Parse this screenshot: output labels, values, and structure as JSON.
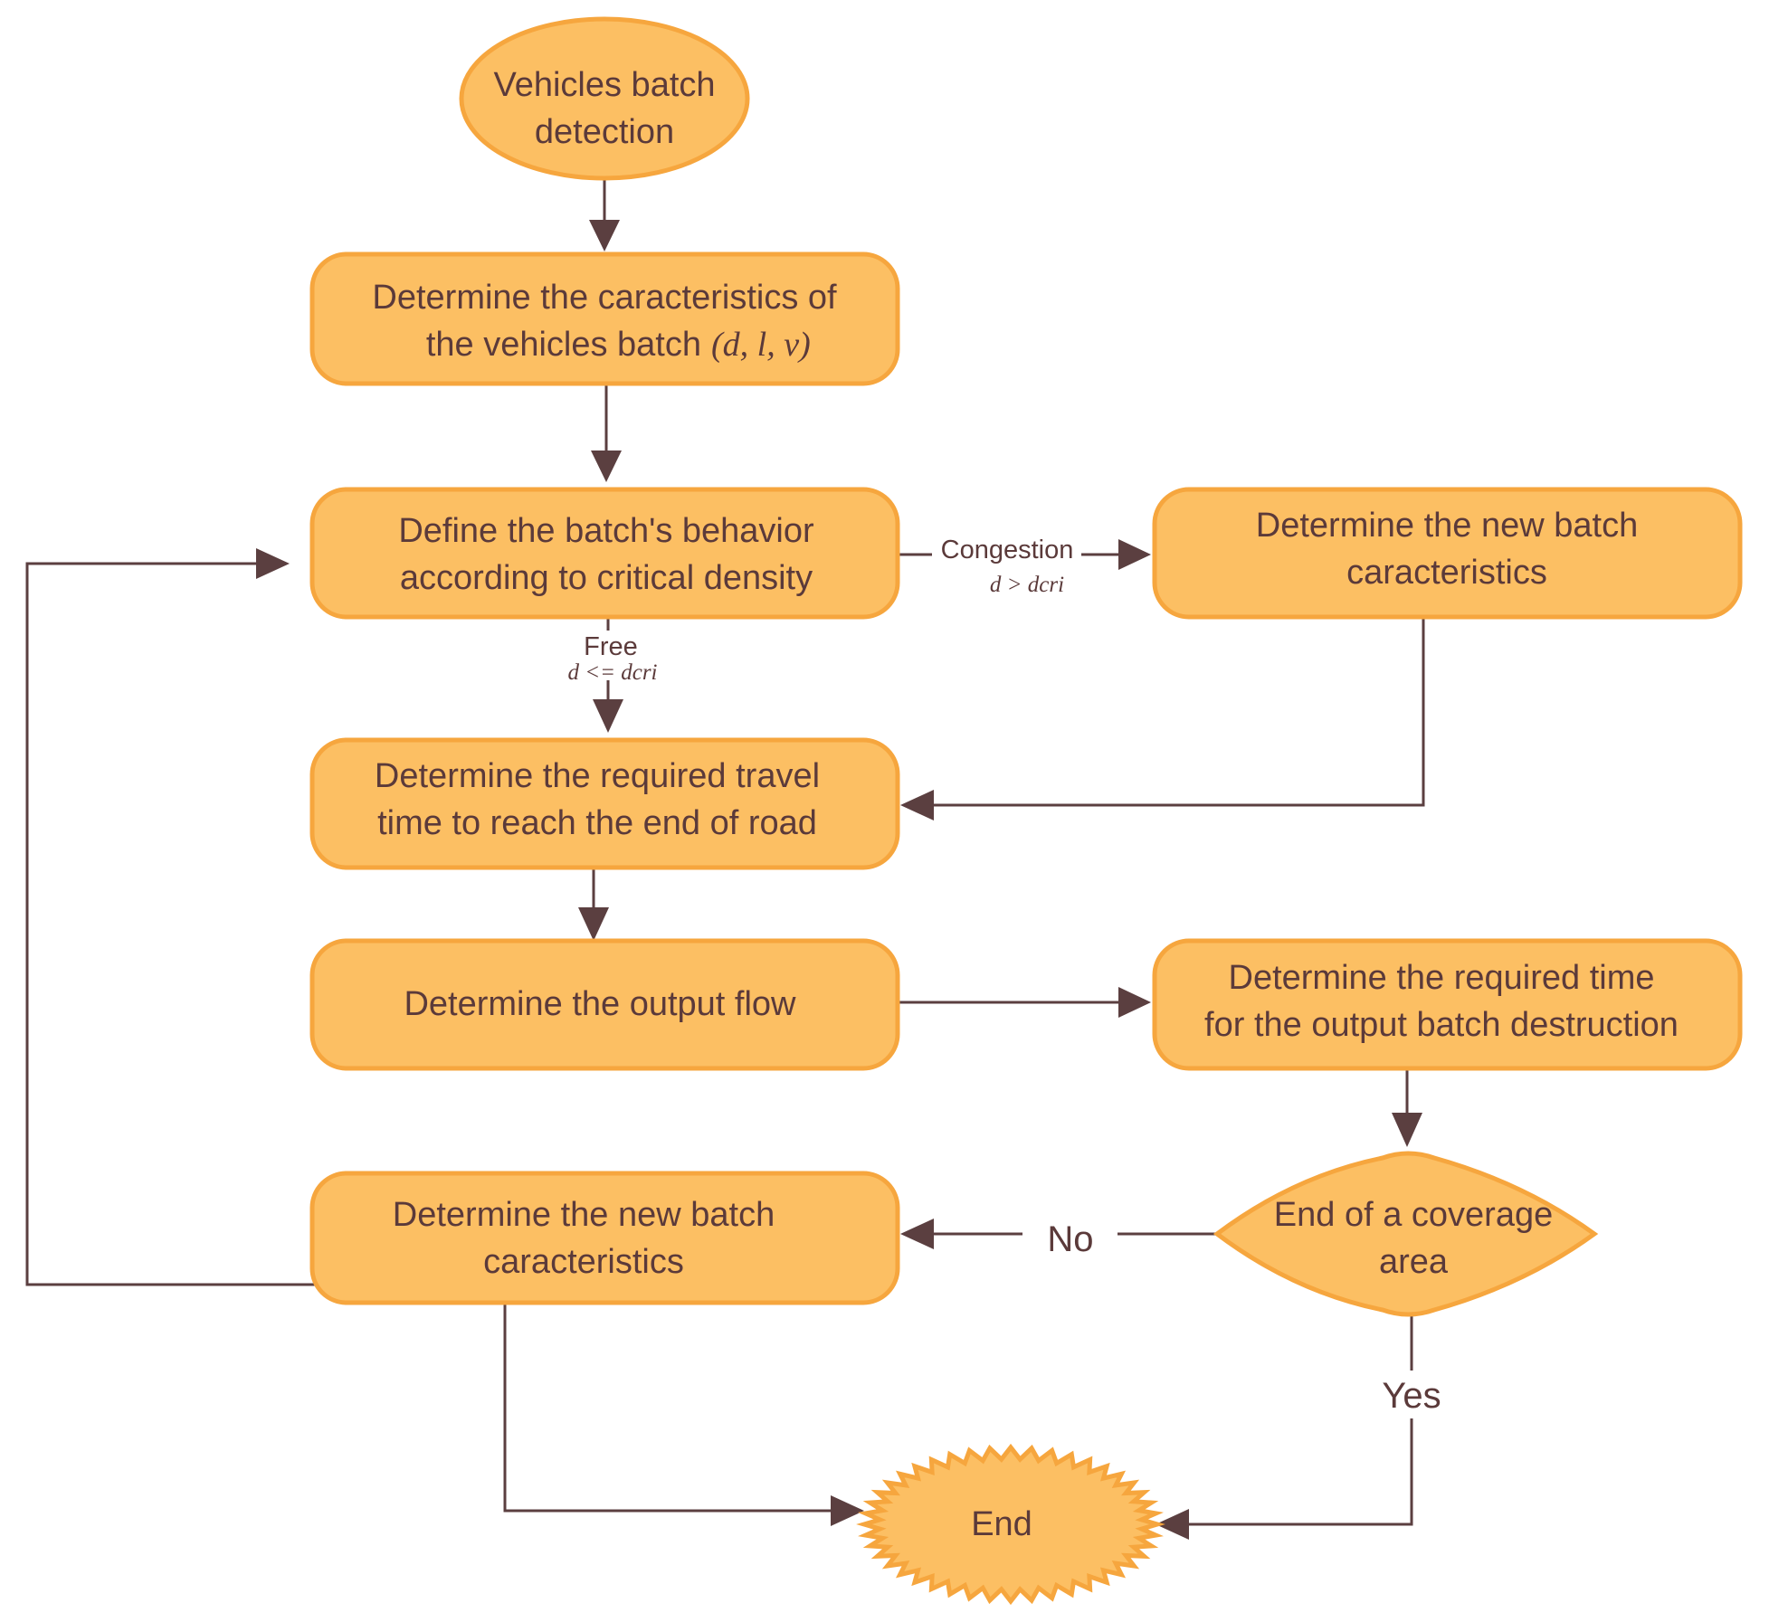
{
  "nodes": {
    "start": {
      "lines": [
        "Vehicles batch",
        "detection"
      ]
    },
    "characteristics": {
      "lines": [
        "Determine the caracteristics of",
        "the vehicles batch"
      ],
      "math": "(d, l, v)"
    },
    "behavior": {
      "lines": [
        "Define the batch's behavior",
        "according to critical density"
      ]
    },
    "new_batch_right": {
      "lines": [
        "Determine the new batch",
        "caracteristics"
      ]
    },
    "travel_time": {
      "lines": [
        "Determine the required travel",
        "time to reach the end of road"
      ]
    },
    "output_flow": {
      "lines": [
        "Determine the output flow"
      ]
    },
    "destruction_time": {
      "lines": [
        "Determine the required time",
        "for the output batch destruction"
      ]
    },
    "decision": {
      "lines": [
        "End of a coverage",
        "area"
      ]
    },
    "new_batch_left": {
      "lines": [
        "Determine the new batch",
        "caracteristics"
      ]
    },
    "end": {
      "lines": [
        "End"
      ]
    }
  },
  "edge_labels": {
    "congestion": {
      "text": "Congestion",
      "math": "d > dcri"
    },
    "free": {
      "text": "Free",
      "math": "d <= dcri"
    },
    "no": {
      "text": "No"
    },
    "yes": {
      "text": "Yes"
    }
  },
  "colors": {
    "fill": "#fcbf63",
    "stroke": "#f6a63e",
    "text": "#5b3a3a",
    "edge": "#5b3f40"
  }
}
